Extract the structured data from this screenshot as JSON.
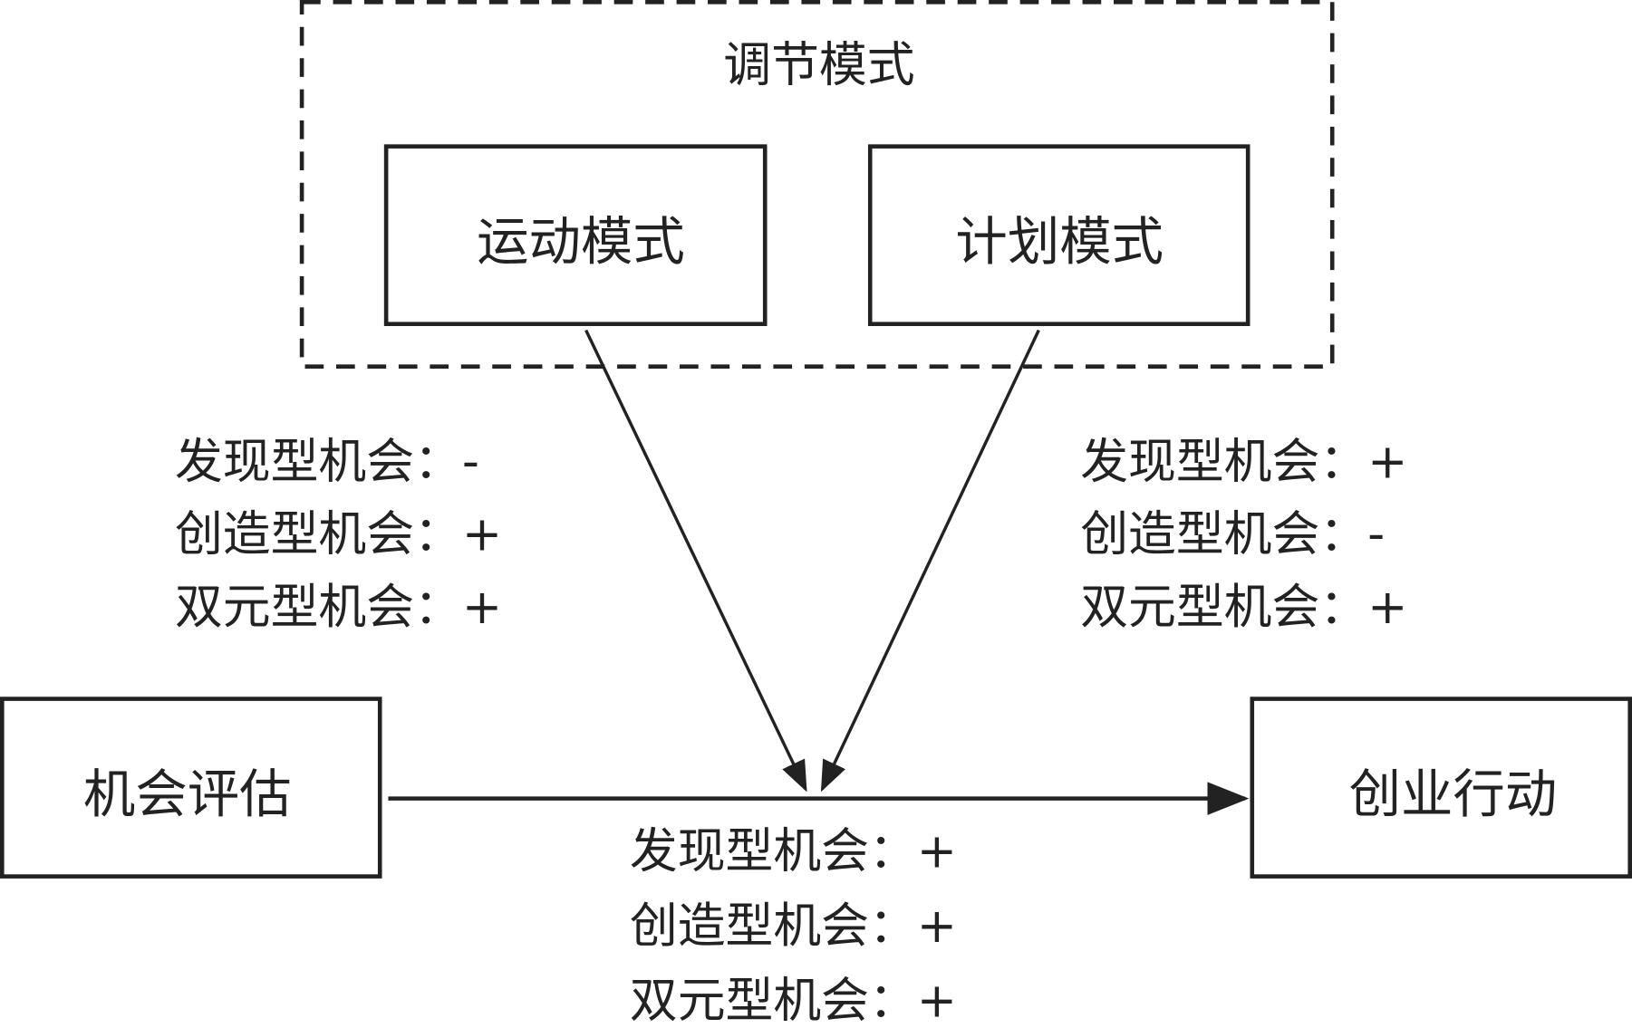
{
  "moderator_group": {
    "title": "调节模式",
    "modes": [
      {
        "label": "运动模式"
      },
      {
        "label": "计划模式"
      }
    ]
  },
  "independent_variable": {
    "label": "机会评估"
  },
  "dependent_variable": {
    "label": "创业行动"
  },
  "effects": {
    "locomotion": [
      {
        "text": "发现型机会：-"
      },
      {
        "text": "创造型机会：+"
      },
      {
        "text": "双元型机会：+"
      }
    ],
    "assessment": [
      {
        "text": "发现型机会：+"
      },
      {
        "text": "创造型机会：-"
      },
      {
        "text": "双元型机会：+"
      }
    ],
    "main": [
      {
        "text": "发现型机会：+"
      },
      {
        "text": "创造型机会：+"
      },
      {
        "text": "双元型机会：+"
      }
    ]
  },
  "colors": {
    "stroke": "#222222",
    "background": "#ffffff"
  }
}
